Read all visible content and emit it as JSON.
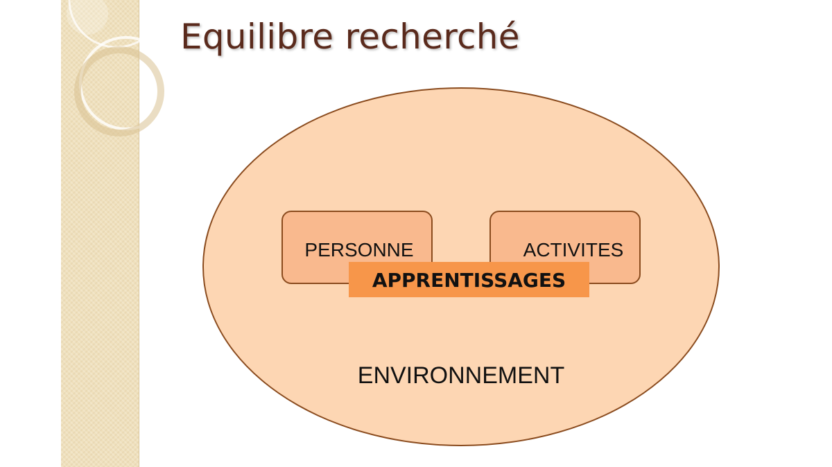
{
  "slide": {
    "title": "Equilibre recherché"
  },
  "diagram": {
    "outer": {
      "label": "ENVIRONNEMENT"
    },
    "left_box": {
      "label": "PERSONNE"
    },
    "right_box": {
      "label": "ACTIVITES"
    },
    "center": {
      "label": "APPRENTISSAGES"
    }
  },
  "colors": {
    "title": "#5a2a1c",
    "ellipse_fill": "#fdd6b3",
    "box_fill": "#f9b98e",
    "center_fill": "#f7964a",
    "outline": "#8a4b1e",
    "side_band": "#efe0bd"
  }
}
